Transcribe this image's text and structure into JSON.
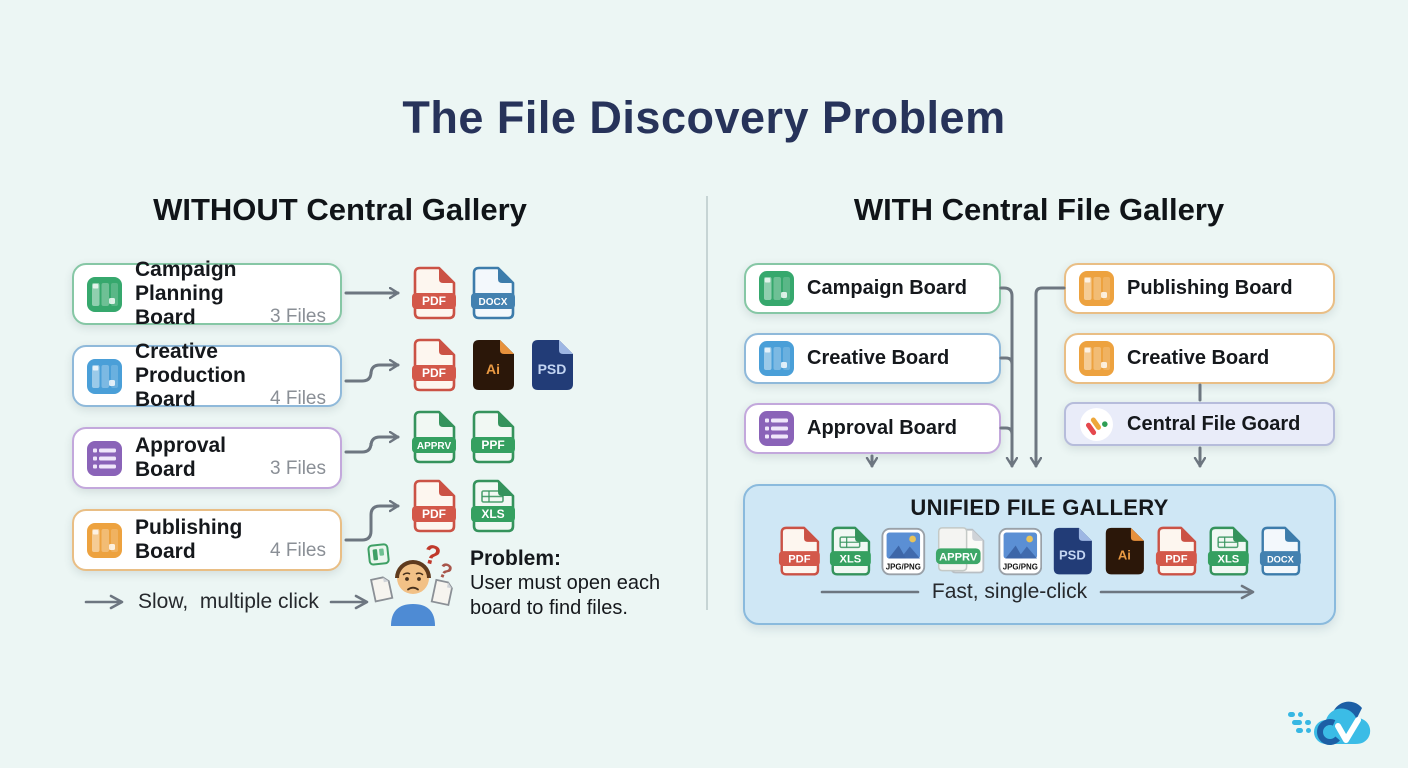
{
  "title": "The File Discovery Problem",
  "colors": {
    "background": "#ecf6f4",
    "title": "#27335a",
    "arrow": "#6d7680",
    "divider": "#c6d4d4",
    "gallery_bg": "#cfe7f5",
    "gallery_border": "#8abadd",
    "goard_bg": "#e9ecf9",
    "goard_border": "#b6bcdb"
  },
  "left": {
    "header": "WITHOUT Central Gallery",
    "boards": [
      {
        "line1": "Campaign Planning",
        "line2": "Board",
        "files": "3 Files",
        "icon": "kanban",
        "accent": "#86c7a5",
        "fill": "#36a86d"
      },
      {
        "line1": "Creative Production",
        "line2": "Board",
        "files": "4 Files",
        "icon": "kanban",
        "accent": "#8fb9da",
        "fill": "#4a9fd8"
      },
      {
        "line1": "Approval",
        "line2": "Board",
        "files": "3 Files",
        "icon": "list",
        "accent": "#c3a8dc",
        "fill": "#8a63b8"
      },
      {
        "line1": "Publishing",
        "line2": "Board",
        "files": "4 Files",
        "icon": "kanban",
        "accent": "#e9be85",
        "fill": "#eda23f"
      }
    ],
    "file_rows": [
      [
        "PDF",
        "DOCX"
      ],
      [
        "PDF",
        "AI",
        "PSD"
      ],
      [
        "APPRV",
        "PPF"
      ],
      [
        "PDF",
        "XLS"
      ]
    ],
    "slow_label": "Slow,  multiple click",
    "problem_title": "Problem:",
    "problem_text": "User must open each board to find files."
  },
  "right": {
    "header": "WITH Central File Gallery",
    "boards_left": [
      {
        "label": "Campaign Board",
        "icon": "kanban",
        "accent": "#86c7a5",
        "fill": "#36a86d"
      },
      {
        "label": "Creative Board",
        "icon": "kanban",
        "accent": "#8fb9da",
        "fill": "#4a9fd8"
      },
      {
        "label": "Approval Board",
        "icon": "list",
        "accent": "#c3a8dc",
        "fill": "#8a63b8"
      }
    ],
    "boards_right": [
      {
        "label": "Publishing Board",
        "icon": "kanban",
        "accent": "#e9be85",
        "fill": "#eda23f"
      },
      {
        "label": "Creative Board",
        "icon": "kanban",
        "accent": "#e9be85",
        "fill": "#eda23f"
      },
      {
        "label": "Central File Goard",
        "icon": "logo",
        "accent": "#b6bcdb",
        "fill": "#ffffff",
        "bg": "#e9ecf9"
      }
    ],
    "gallery": {
      "title": "UNIFIED FILE GALLERY",
      "files": [
        "PDF",
        "XLS",
        "JPG/PNG",
        "APPRV_STACK",
        "JPG/PNG",
        "PSD",
        "AI",
        "PDF",
        "XLS",
        "DOCX"
      ],
      "fast_label": "Fast, single-click"
    }
  },
  "file_icon_styles": {
    "PDF": {
      "kind": "banded",
      "border": "#cb5245",
      "body": "#fdf6ef",
      "band": "#d3584a",
      "label": "PDF",
      "text": "#ffffff"
    },
    "DOCX": {
      "kind": "banded",
      "border": "#3d7cab",
      "body": "#f3f8fc",
      "band": "#4381b0",
      "label": "DOCX",
      "text": "#ffffff"
    },
    "XLS": {
      "kind": "banded_table",
      "border": "#35935c",
      "body": "#f1f8f3",
      "band": "#35a060",
      "label": "XLS",
      "text": "#ffffff"
    },
    "PPF": {
      "kind": "banded",
      "border": "#35935c",
      "body": "#f1f8f3",
      "band": "#35a060",
      "label": "PPF",
      "text": "#ffffff"
    },
    "APPRV": {
      "kind": "banded",
      "border": "#35935c",
      "body": "#f1f8f3",
      "band": "#35a060",
      "label": "APPRV",
      "text": "#ffffff"
    },
    "APPRV_STACK": {
      "kind": "stacked",
      "border": "#9aa49e",
      "body": "#f4f4f2",
      "band": "#3da768",
      "label": "APPRV",
      "text": "#ffffff"
    },
    "AI": {
      "kind": "solid",
      "body": "#2b1709",
      "fold": "#e7913c",
      "label": "Ai",
      "text": "#ea9a43"
    },
    "PSD": {
      "kind": "solid",
      "body": "#223c77",
      "fold": "#9db6e3",
      "label": "PSD",
      "text": "#c3d5f2"
    },
    "JPG/PNG": {
      "kind": "image",
      "label": "JPG/PNG",
      "frame": "#9aa1a8",
      "sky": "#5b8fd4",
      "mountain": "#3d66a8",
      "sun": "#e8c35a",
      "text": "#111111"
    }
  }
}
